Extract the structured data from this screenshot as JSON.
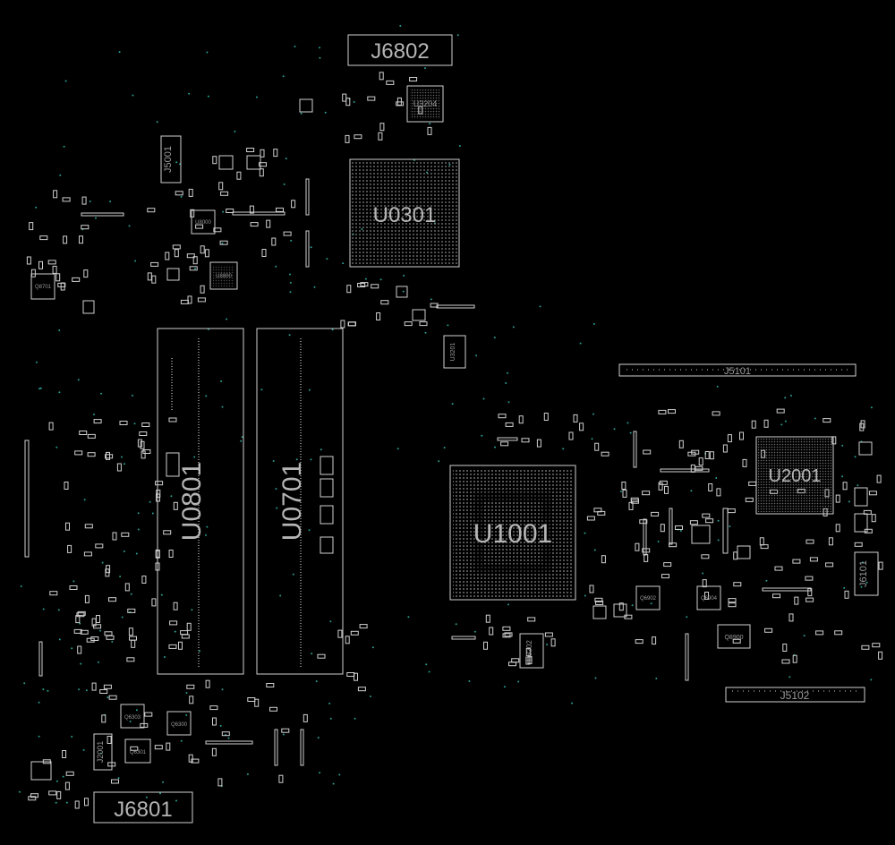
{
  "colors": {
    "background": "#000000",
    "outline": "#d0d0d0",
    "label": "#9a9a9a",
    "via": "#2a9d8f"
  },
  "components": [
    {
      "id": "J6802",
      "kind": "connector"
    },
    {
      "id": "U3204",
      "kind": "ic"
    },
    {
      "id": "J5001",
      "kind": "connector"
    },
    {
      "id": "U0301",
      "kind": "bga"
    },
    {
      "id": "U8000",
      "kind": "ic"
    },
    {
      "id": "U8800",
      "kind": "ic"
    },
    {
      "id": "Q8701",
      "kind": "ic"
    },
    {
      "id": "U3201",
      "kind": "ic"
    },
    {
      "id": "U0801",
      "kind": "memory"
    },
    {
      "id": "U0701",
      "kind": "memory"
    },
    {
      "id": "J5101",
      "kind": "connector"
    },
    {
      "id": "U1001",
      "kind": "bga"
    },
    {
      "id": "U2001",
      "kind": "bga"
    },
    {
      "id": "J6101",
      "kind": "connector"
    },
    {
      "id": "Q6902",
      "kind": "ic"
    },
    {
      "id": "Q6904",
      "kind": "ic"
    },
    {
      "id": "Q8900",
      "kind": "ic"
    },
    {
      "id": "U3202",
      "kind": "ic"
    },
    {
      "id": "J5102",
      "kind": "connector"
    },
    {
      "id": "Q6303",
      "kind": "ic"
    },
    {
      "id": "Q6300",
      "kind": "ic"
    },
    {
      "id": "J2001",
      "kind": "connector"
    },
    {
      "id": "Q6301",
      "kind": "ic"
    },
    {
      "id": "J6801",
      "kind": "connector"
    }
  ]
}
